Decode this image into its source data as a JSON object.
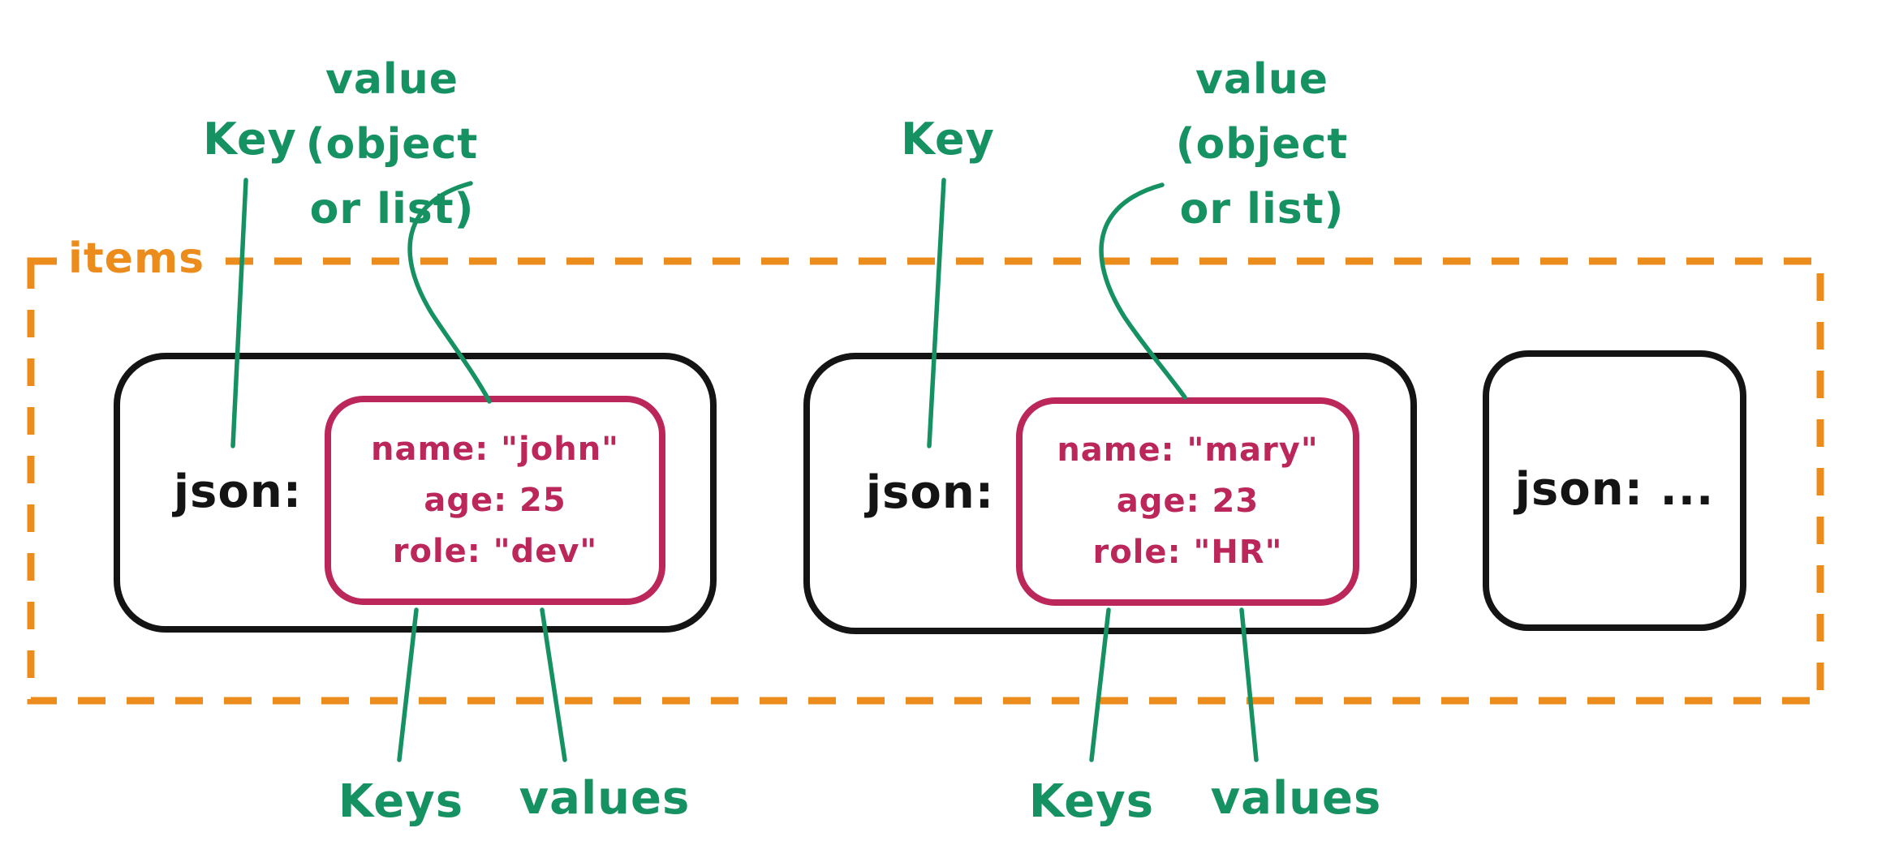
{
  "colors": {
    "orange": "#eb8c1c",
    "green": "#169162",
    "red": "#bb275a",
    "black": "#141414"
  },
  "items_label": "items",
  "annotations": [
    {
      "key_label": "Key",
      "value_label": [
        "value",
        "(object",
        "or list)"
      ],
      "keys_label": "Keys",
      "values_label": "values"
    },
    {
      "key_label": "Key",
      "value_label": [
        "value",
        "(object",
        "or list)"
      ],
      "keys_label": "Keys",
      "values_label": "values"
    }
  ],
  "cards": [
    {
      "json_key": "json:",
      "object_lines": [
        "name: \"john\"",
        "age: 25",
        "role: \"dev\""
      ]
    },
    {
      "json_key": "json:",
      "object_lines": [
        "name: \"mary\"",
        "age: 23",
        "role: \"HR\""
      ]
    },
    {
      "json_key": "json: ..."
    }
  ]
}
